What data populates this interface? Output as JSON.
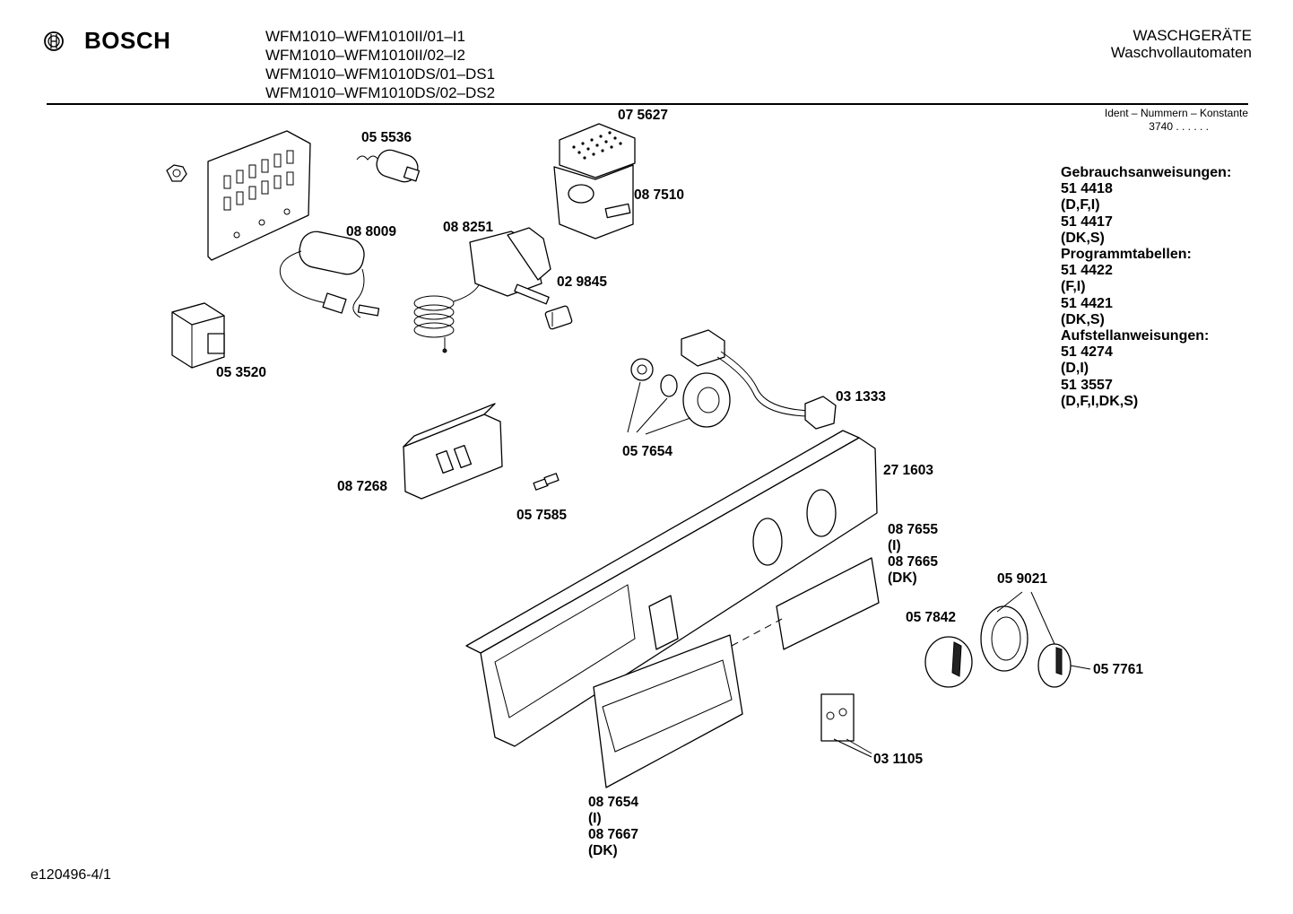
{
  "brand": "BOSCH",
  "models": [
    "WFM1010–WFM1010II/01–I1",
    "WFM1010–WFM1010II/02–I2",
    "WFM1010–WFM1010DS/01–DS1",
    "WFM1010–WFM1010DS/02–DS2"
  ],
  "category": {
    "main": "WASCHGERÄTE",
    "sub": "Waschvollautomaten"
  },
  "ident": {
    "label": "Ident – Nummern – Konstante",
    "value": "3740 . . . . . ."
  },
  "documents": [
    "Gebrauchsanweisungen:",
    "51 4418",
    "(D,F,I)",
    "51 4417",
    "(DK,S)",
    "Programmtabellen:",
    "51 4422",
    "(F,I)",
    "51 4421",
    "(DK,S)",
    "Aufstellanweisungen:",
    "51 4274",
    "(D,I)",
    "51 3557",
    "(D,F,I,DK,S)"
  ],
  "parts": {
    "p075627": "07 5627",
    "p055536": "05 5536",
    "p087510": "08 7510",
    "p088009": "08 8009",
    "p088251": "08 8251",
    "p029845": "02 9845",
    "p053520": "05 3520",
    "p031333": "03 1333",
    "p057654": "05 7654",
    "p271603": "27 1603",
    "p087268": "08 7268",
    "p057585": "05 7585",
    "p087655": [
      "08 7655",
      "(I)",
      "08 7665",
      "(DK)"
    ],
    "p059021": "05 9021",
    "p057842": "05 7842",
    "p057761": "05 7761",
    "p031105": "03 1105",
    "p087654": [
      "08 7654",
      "(I)",
      "08 7667",
      "(DK)"
    ]
  },
  "footer": "e120496-4/1"
}
